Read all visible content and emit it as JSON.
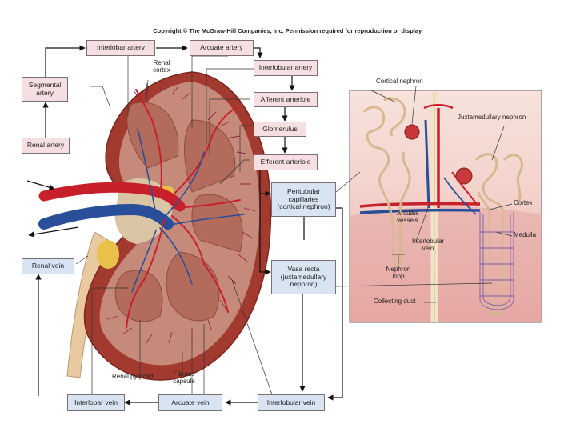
{
  "copyright": "Copyright © The McGraw-Hill Companies, Inc. Permission required for reproduction or display.",
  "flow_boxes": {
    "interlobar_artery": "Interlobar artery",
    "arcuate_artery": "Arcuate artery",
    "segmental_artery": "Segmental\nartery",
    "renal_artery": "Renal artery",
    "interlobular_artery": "Interlobular artery",
    "afferent_arteriole": "Afferent arteriole",
    "glomerulus": "Glomerulus",
    "efferent_arteriole": "Efferent arteriole",
    "peritubular_capillaries": "Peritubular\ncapillaries\n(cortical nephron)",
    "vasa_recta": "Vasa recta\n(juxtamedullary\nnephron)",
    "renal_vein": "Renal vein",
    "interlobar_vein": "Interlobar vein",
    "arcuate_vein": "Arcuate vein",
    "interlobular_vein": "Interlobular vein"
  },
  "labels": {
    "renal_cortex": "Renal\ncortex",
    "renal_pyramid": "Renal pyramid",
    "fibrous_capsule": "Fibrous\ncapsule",
    "cortical_nephron": "Cortical nephron",
    "juxtamedullary_nephron": "Juxtamedullary nephron",
    "cortex": "Cortex",
    "medulla": "Medulla",
    "arcuate_vessels": "Arcuate\nvessels",
    "interlobular_vein": "Interlobular\nvein",
    "nephron_loop": "Nephron\nloop",
    "collecting_duct": "Collecting duct"
  },
  "colors": {
    "artery": "#c8202a",
    "vein": "#2a4f9a",
    "kidney_outer": "#a83a32",
    "kidney_cortex": "#c98a7c",
    "pyramid": "#b06a5c",
    "flow_box_artery": "#f5dfe3",
    "flow_box_vein": "#d8e4f2",
    "inset_background": "#f0c9c4"
  }
}
